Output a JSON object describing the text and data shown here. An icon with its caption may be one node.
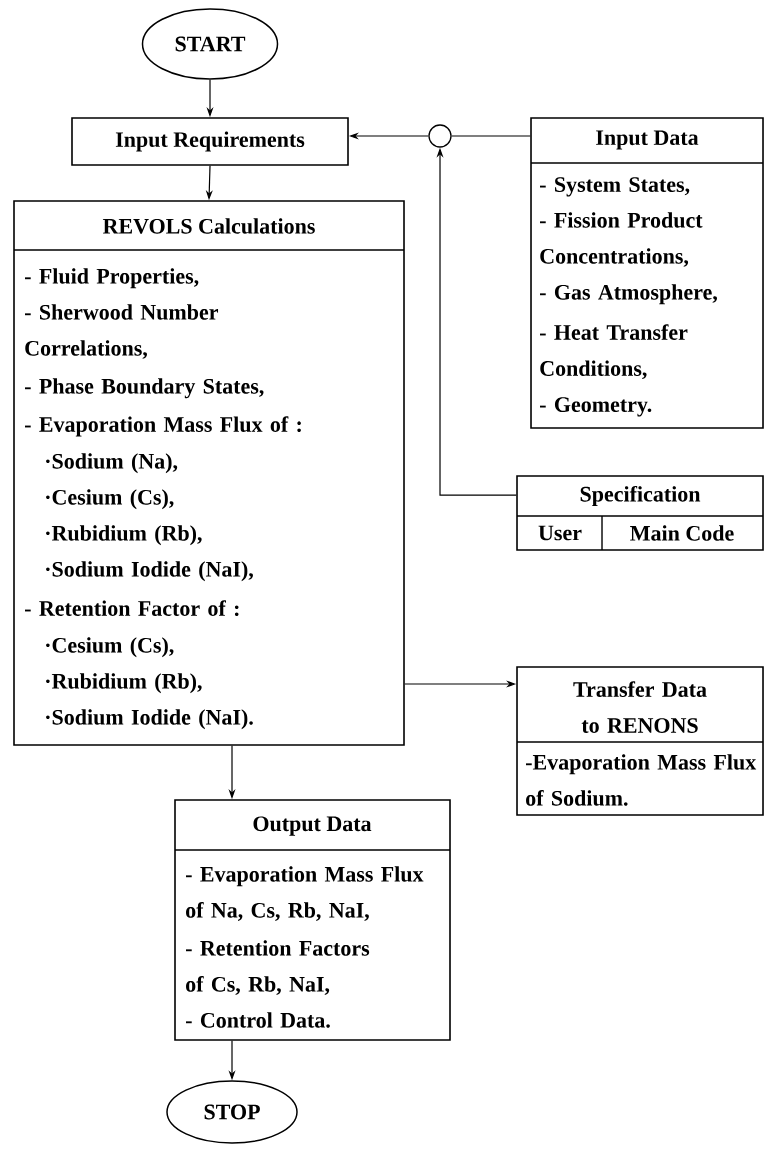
{
  "diagram": {
    "nodes": [
      {
        "text": [
          "START"
        ]
      },
      {
        "text": [
          "Input Requirements"
        ]
      },
      {
        "text": [
          "REVOLS Calculations",
          "- Fluid Properties,",
          "- Sherwood Number Correlations,",
          "- Phase Boundary States,",
          "- Evaporation Mass Flux of :",
          "·Sodium (Na),",
          "·Cesium (Cs),",
          "·Rubidium (Rb),",
          "·Sodium Iodide (NaI),",
          "- Retention Factor of :",
          "·Cesium (Cs),",
          "·Rubidium (Rb),",
          "·Sodium Iodide (NaI)."
        ]
      },
      {
        "text": [],
        "shape": "circle"
      },
      {
        "text": [
          "Input Data",
          "- System States,",
          "- Fission Product Concentrations,",
          "- Gas Atmosphere,",
          "- Heat Transfer Conditions,",
          "- Geometry."
        ]
      },
      {
        "text": [
          "Specification",
          "User",
          "Main Code"
        ]
      },
      {
        "text": [
          "Transfer Data to RENONS",
          "-Evaporation Mass Flux of Sodium."
        ]
      },
      {
        "text": [
          "Output Data",
          "- Evaporation Mass Flux of Na, Cs, Rb, NaI,",
          "- Retention Factors of Cs, Rb, NaI,",
          "- Control Data."
        ]
      },
      {
        "text": [
          "STOP"
        ]
      }
    ],
    "edges": [
      {
        "from": 0,
        "to": 1,
        "arrow": "to"
      },
      {
        "from": 1,
        "to": 2,
        "arrow": "to"
      },
      {
        "from": 3,
        "to": 1,
        "arrow": "to"
      },
      {
        "from": 4,
        "to": 3,
        "arrow": "none"
      },
      {
        "from": 5,
        "to": 3,
        "arrow": "to"
      },
      {
        "from": 2,
        "to": 6,
        "arrow": "to"
      },
      {
        "from": 2,
        "to": 7,
        "arrow": "to"
      },
      {
        "from": 7,
        "to": 8,
        "arrow": "to"
      }
    ]
  }
}
